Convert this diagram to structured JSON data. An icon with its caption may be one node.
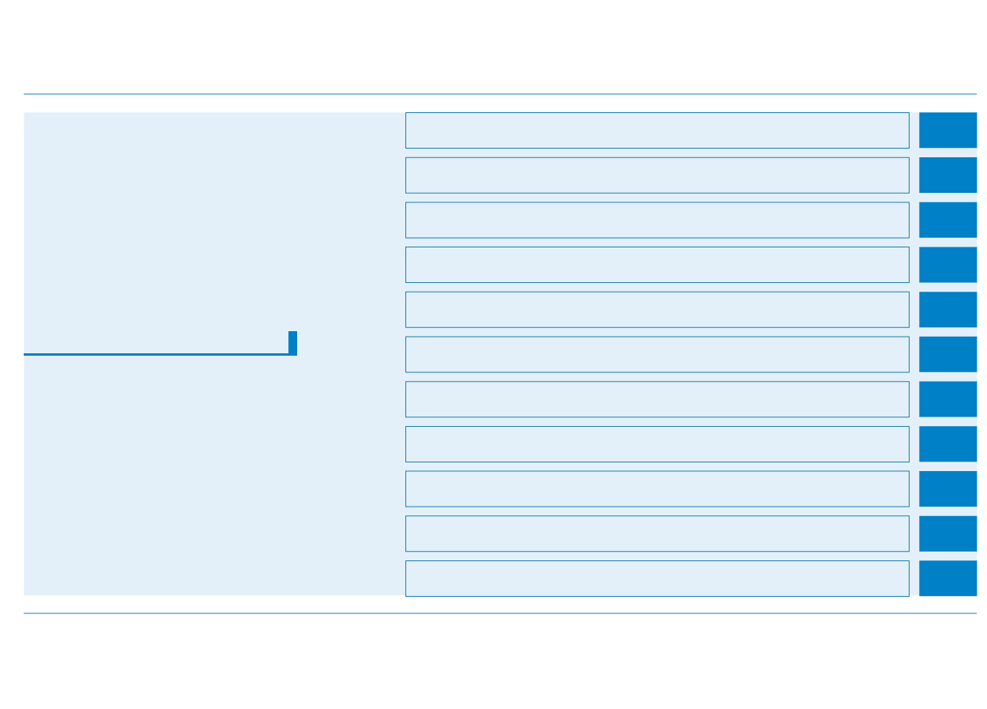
{
  "diagram": {
    "nodes": [
      {
        "text": [],
        "shape": "box"
      },
      {
        "text": [],
        "shape": "box",
        "in": 0
      },
      {
        "text": [],
        "shape": "bar",
        "in": 0
      },
      {
        "text": [],
        "shape": "box",
        "in": 0
      },
      {
        "text": [],
        "shape": "bar",
        "in": 0
      },
      {
        "text": [],
        "shape": "box",
        "in": 0
      },
      {
        "text": [],
        "shape": "bar",
        "in": 0
      },
      {
        "text": [],
        "shape": "box",
        "in": 0
      },
      {
        "text": [],
        "shape": "bar",
        "in": 0
      },
      {
        "text": [],
        "shape": "box",
        "in": 0
      },
      {
        "text": [],
        "shape": "bar",
        "in": 0
      },
      {
        "text": [],
        "shape": "box",
        "in": 0
      },
      {
        "text": [],
        "shape": "bar",
        "in": 0
      },
      {
        "text": [],
        "shape": "box",
        "in": 0
      },
      {
        "text": [],
        "shape": "bar",
        "in": 0
      },
      {
        "text": [],
        "shape": "box",
        "in": 0
      },
      {
        "text": [],
        "shape": "bar",
        "in": 0
      },
      {
        "text": [],
        "shape": "box",
        "in": 0
      },
      {
        "text": [],
        "shape": "bar",
        "in": 0
      },
      {
        "text": [],
        "shape": "box",
        "in": 0
      },
      {
        "text": [],
        "shape": "bar",
        "in": 0
      },
      {
        "text": [],
        "shape": "box",
        "in": 0
      },
      {
        "text": [],
        "shape": "bar",
        "in": 0
      }
    ]
  }
}
